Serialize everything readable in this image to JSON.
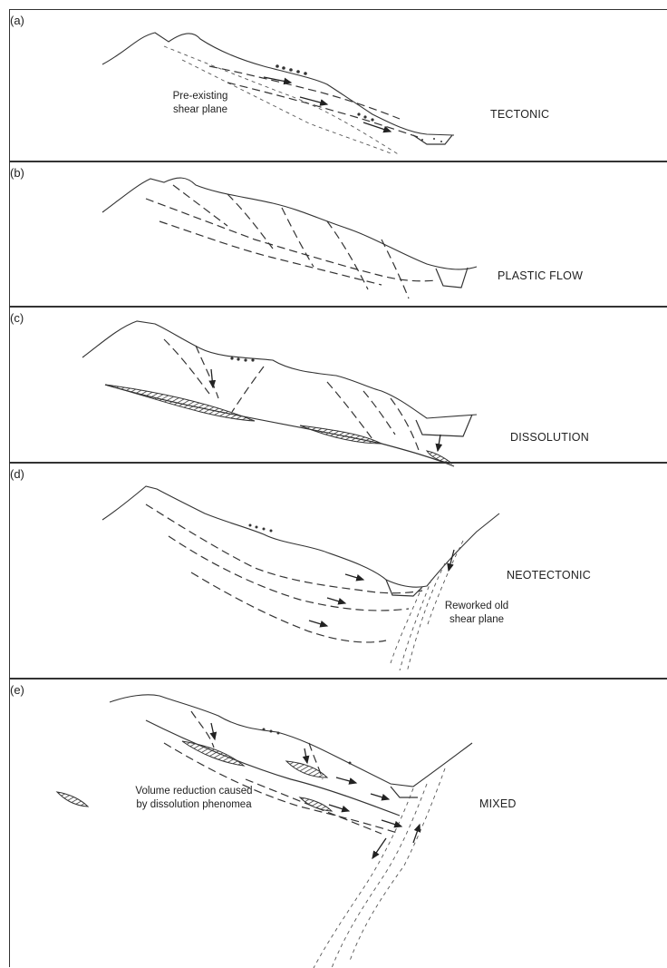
{
  "panels": [
    {
      "id": "a",
      "label": "(a)",
      "type": "TECTONIC",
      "note": "Pre-existing\nshear plane"
    },
    {
      "id": "b",
      "label": "(b)",
      "type": "PLASTIC FLOW"
    },
    {
      "id": "c",
      "label": "(c)",
      "type": "DISSOLUTION"
    },
    {
      "id": "d",
      "label": "(d)",
      "type": "NEOTECTONIC",
      "note": "Reworked old\nshear plane"
    },
    {
      "id": "e",
      "label": "(e)",
      "type": "MIXED",
      "legend": "Volume reduction caused\nby dissolution phenomea"
    }
  ]
}
